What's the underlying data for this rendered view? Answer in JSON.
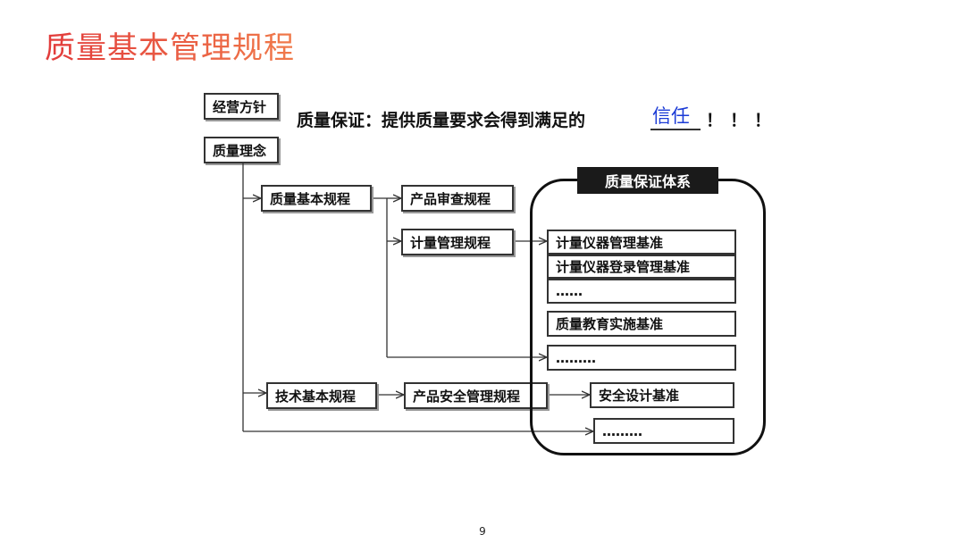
{
  "slide": {
    "title": "质量基本管理规程",
    "page_number": "9"
  },
  "left": {
    "policy": "经营方针",
    "philosophy": "质量理念"
  },
  "headline": {
    "text": "质量保证：提供质量要求会得到满足的",
    "trust": "信任",
    "exclamation": "！！！"
  },
  "rules": {
    "quality_basic": "质量基本规程",
    "product_review": "产品审查规程",
    "metrology": "计量管理规程",
    "tech_basic": "技术基本规程",
    "product_safety": "产品安全管理规程"
  },
  "system": {
    "title": "质量保证体系",
    "standards": [
      "计量仪器管理基准",
      "计量仪器登录管理基准",
      "……",
      "质量教育实施基准",
      "………",
      "安全设计基准",
      "………"
    ]
  },
  "colors": {
    "title": "#e8593c",
    "trust": "#1b3bd6",
    "system_title_bg": "#1a1a1a"
  }
}
